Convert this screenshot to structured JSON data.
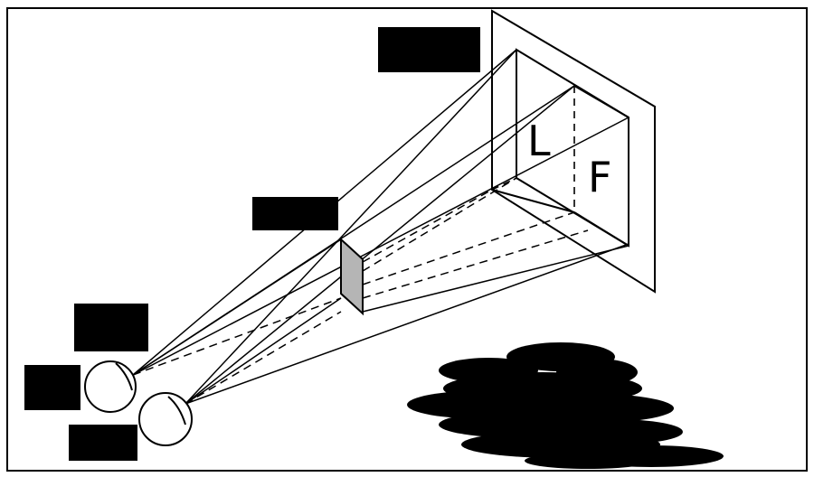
{
  "diagram": {
    "screen_letters": {
      "left": "L",
      "right": "F"
    },
    "redacted_labels": [
      {
        "id": "screen-label"
      },
      {
        "id": "aperture-label"
      },
      {
        "id": "upper-eye-label"
      },
      {
        "id": "left-eye-label"
      },
      {
        "id": "lower-eye-label"
      }
    ],
    "colors": {
      "ink": "#000000",
      "background": "#ffffff",
      "aperture_fill": "#b5b5b5"
    }
  }
}
